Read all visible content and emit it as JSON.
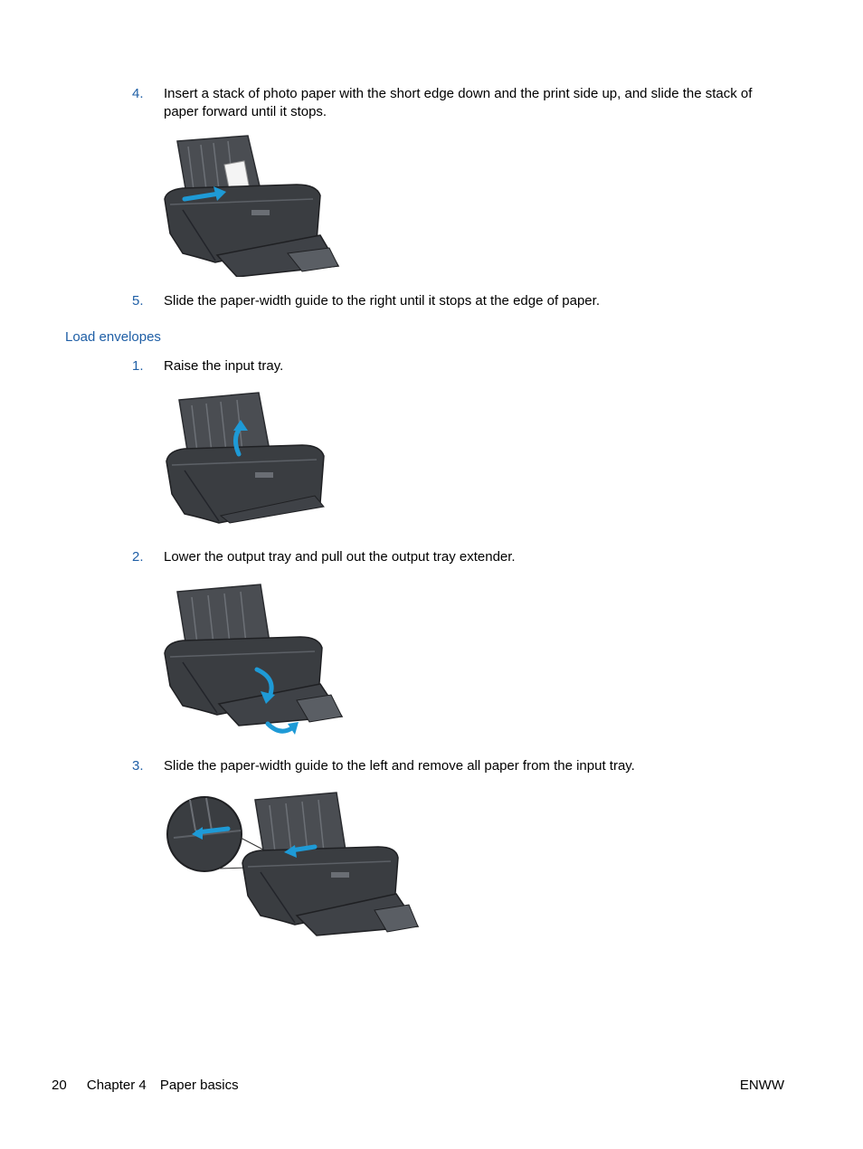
{
  "steps_top": [
    {
      "num": "4.",
      "text": "Insert a stack of photo paper with the short edge down and the print side up, and slide the stack of paper forward until it stops."
    },
    {
      "num": "5.",
      "text": "Slide the paper-width guide to the right until it stops at the edge of paper."
    }
  ],
  "section_heading": "Load envelopes",
  "steps_envelopes": [
    {
      "num": "1.",
      "text": "Raise the input tray."
    },
    {
      "num": "2.",
      "text": "Lower the output tray and pull out the output tray extender."
    },
    {
      "num": "3.",
      "text": "Slide the paper-width guide to the left and remove all paper from the input tray."
    }
  ],
  "footer": {
    "page_number": "20",
    "chapter": "Chapter 4",
    "chapter_title": "Paper basics",
    "locale": "ENWW"
  },
  "colors": {
    "accent": "#1f5fa6",
    "arrow": "#1e9ad6",
    "printer_body": "#3a3d41"
  }
}
